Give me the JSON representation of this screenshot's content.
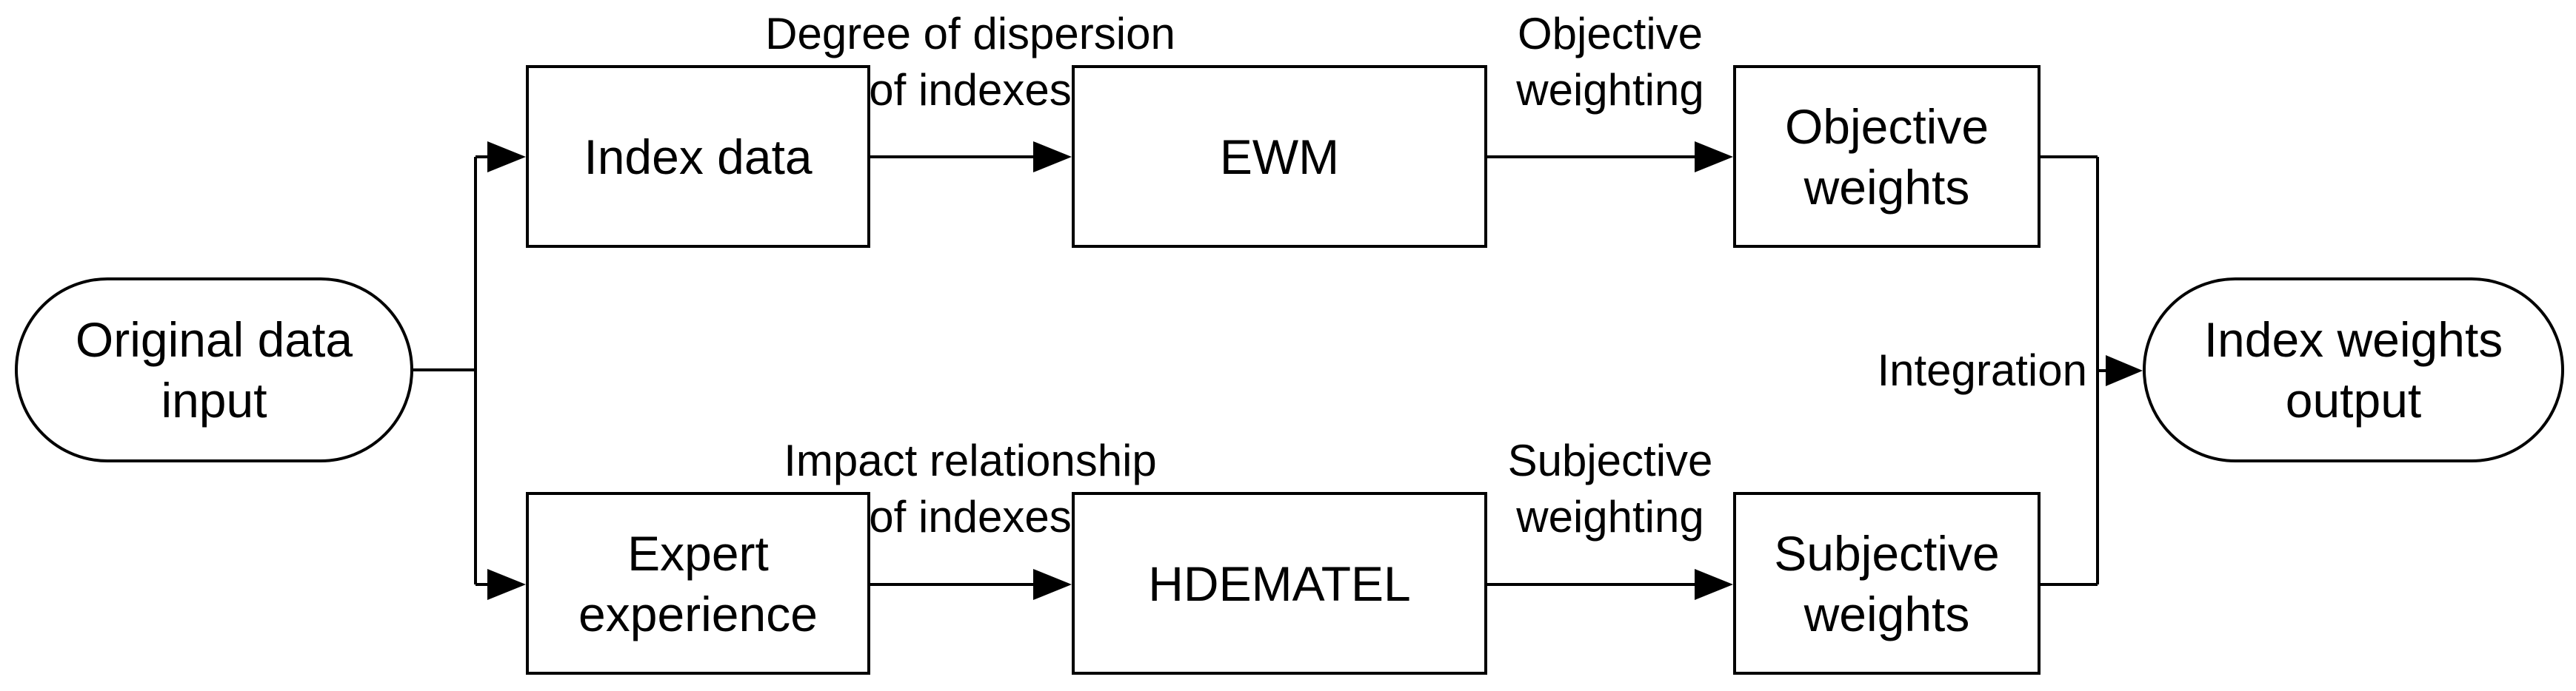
{
  "diagram": {
    "title": "Index weighting flowchart",
    "background_color": "#ffffff",
    "line_color": "#000000",
    "text_color": "#000000"
  },
  "nodes": {
    "original_input": {
      "type": "stadium",
      "lines": [
        "Original data",
        "input"
      ]
    },
    "index_data": {
      "type": "process",
      "lines": [
        "Index data"
      ]
    },
    "ewm": {
      "type": "process",
      "lines": [
        "EWM"
      ]
    },
    "objective_weights": {
      "type": "process",
      "lines": [
        "Objective",
        "weights"
      ]
    },
    "expert_experience": {
      "type": "process",
      "lines": [
        "Expert",
        "experience"
      ]
    },
    "hdematel": {
      "type": "process",
      "lines": [
        "HDEMATEL"
      ]
    },
    "subjective_weights": {
      "type": "process",
      "lines": [
        "Subjective",
        "weights"
      ]
    },
    "index_weights_output": {
      "type": "stadium",
      "lines": [
        "Index weights",
        "output"
      ]
    }
  },
  "edge_labels": {
    "degree_of_dispersion": {
      "lines": [
        "Degree of dispersion",
        "of indexes"
      ]
    },
    "objective_weighting": {
      "lines": [
        "Objective",
        "weighting"
      ]
    },
    "impact_relationship": {
      "lines": [
        "Impact relationship",
        "of indexes"
      ]
    },
    "subjective_weighting": {
      "lines": [
        "Subjective",
        "weighting"
      ]
    },
    "integration": {
      "lines": [
        "Integration"
      ]
    }
  },
  "edges": [
    {
      "from": "original_input",
      "to": "index_data"
    },
    {
      "from": "original_input",
      "to": "expert_experience"
    },
    {
      "from": "index_data",
      "to": "ewm",
      "label": "degree_of_dispersion"
    },
    {
      "from": "ewm",
      "to": "objective_weights",
      "label": "objective_weighting"
    },
    {
      "from": "expert_experience",
      "to": "hdematel",
      "label": "impact_relationship"
    },
    {
      "from": "hdematel",
      "to": "subjective_weights",
      "label": "subjective_weighting"
    },
    {
      "from": "objective_weights",
      "to": "index_weights_output",
      "label": "integration"
    },
    {
      "from": "subjective_weights",
      "to": "index_weights_output",
      "label": "integration"
    }
  ]
}
